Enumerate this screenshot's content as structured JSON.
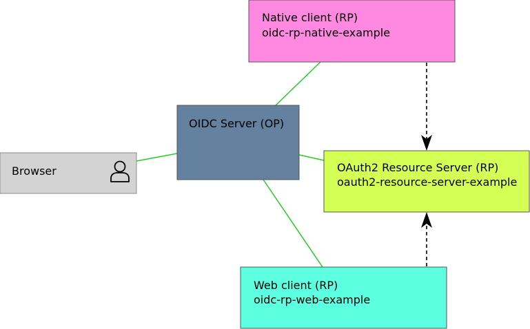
{
  "diagram": {
    "nodes": {
      "native_client": {
        "title": "Native client (RP)",
        "subtitle": "oidc-rp-native-example",
        "fill": "#ff88e1"
      },
      "oidc_server": {
        "title": "OIDC Server (OP)",
        "fill": "#6481a0"
      },
      "browser": {
        "title": "Browser",
        "fill": "#d3d3d3",
        "icon": "user-icon"
      },
      "resource_server": {
        "title": "OAuth2 Resource Server (RP)",
        "subtitle": "oauth2-resource-server-example",
        "fill": "#d4ff55"
      },
      "web_client": {
        "title": "Web client (RP)",
        "subtitle": "oidc-rp-web-example",
        "fill": "#5cffe0"
      }
    },
    "connections": {
      "color": "#22cc22",
      "edges": [
        [
          "oidc_server",
          "native_client"
        ],
        [
          "oidc_server",
          "browser"
        ],
        [
          "oidc_server",
          "resource_server"
        ],
        [
          "oidc_server",
          "web_client"
        ]
      ]
    },
    "requests": {
      "style": "dashed-arrow",
      "edges": [
        [
          "native_client",
          "resource_server"
        ],
        [
          "web_client",
          "resource_server"
        ]
      ]
    }
  }
}
